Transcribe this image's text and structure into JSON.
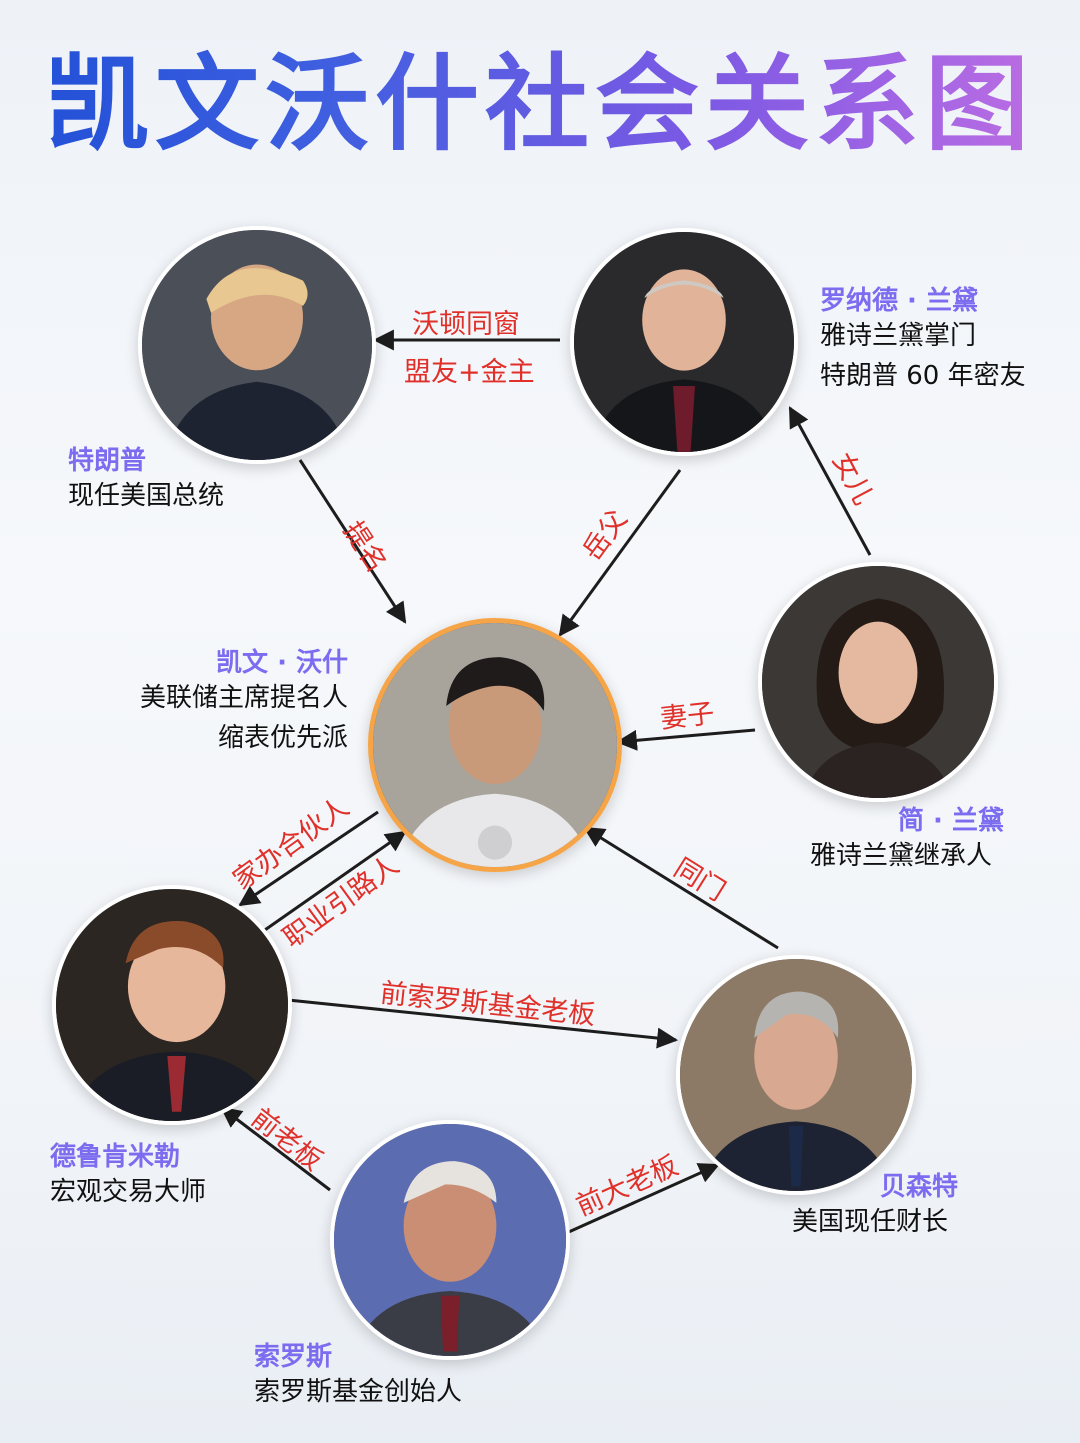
{
  "title": "凯文沃什社会关系图",
  "colors": {
    "title_gradient": [
      "#1f4fd6",
      "#7c59e4",
      "#c36fe3"
    ],
    "name": "#7b6cf0",
    "relation_label": "#e0302a",
    "center_ring": "#f5a547",
    "arrow": "#1d1d1d"
  },
  "people": {
    "trump": {
      "name": "特朗普",
      "desc": [
        "现任美国总统"
      ],
      "photo": "portrait-photo"
    },
    "lauder_ronald": {
      "name": "罗纳德 · 兰黛",
      "desc": [
        "雅诗兰黛掌门",
        "特朗普 60 年密友"
      ],
      "photo": "portrait-photo"
    },
    "warsh": {
      "name": "凯文 · 沃什",
      "desc": [
        "美联储主席提名人",
        "缩表优先派"
      ],
      "photo": "portrait-photo"
    },
    "lauder_jane": {
      "name": "简 · 兰黛",
      "desc": [
        "雅诗兰黛继承人"
      ],
      "photo": "portrait-photo"
    },
    "druckenmiller": {
      "name": "德鲁肯米勒",
      "desc": [
        "宏观交易大师"
      ],
      "photo": "portrait-photo"
    },
    "bessent": {
      "name": "贝森特",
      "desc": [
        "美国现任财长"
      ],
      "photo": "portrait-photo"
    },
    "soros": {
      "name": "索罗斯",
      "desc": [
        "索罗斯基金创始人"
      ],
      "photo": "portrait-photo"
    }
  },
  "relations": [
    {
      "from": "lauder_ronald",
      "to": "trump",
      "labels": [
        "沃顿同窗",
        "盟友+金主"
      ]
    },
    {
      "from": "trump",
      "to": "warsh",
      "labels": [
        "提名"
      ]
    },
    {
      "from": "lauder_ronald",
      "to": "warsh",
      "labels": [
        "岳父"
      ]
    },
    {
      "from": "lauder_jane",
      "to": "lauder_ronald",
      "labels": [
        "女儿"
      ]
    },
    {
      "from": "lauder_jane",
      "to": "warsh",
      "labels": [
        "妻子"
      ]
    },
    {
      "from": "warsh",
      "to": "druckenmiller",
      "labels": [
        "家办合伙人"
      ]
    },
    {
      "from": "druckenmiller",
      "to": "warsh",
      "labels": [
        "职业引路人"
      ]
    },
    {
      "from": "bessent",
      "to": "warsh",
      "labels": [
        "同门"
      ]
    },
    {
      "from": "druckenmiller",
      "to": "bessent",
      "labels": [
        "前索罗斯基金老板"
      ]
    },
    {
      "from": "soros",
      "to": "druckenmiller",
      "labels": [
        "前老板"
      ]
    },
    {
      "from": "soros",
      "to": "bessent",
      "labels": [
        "前大老板"
      ]
    }
  ]
}
